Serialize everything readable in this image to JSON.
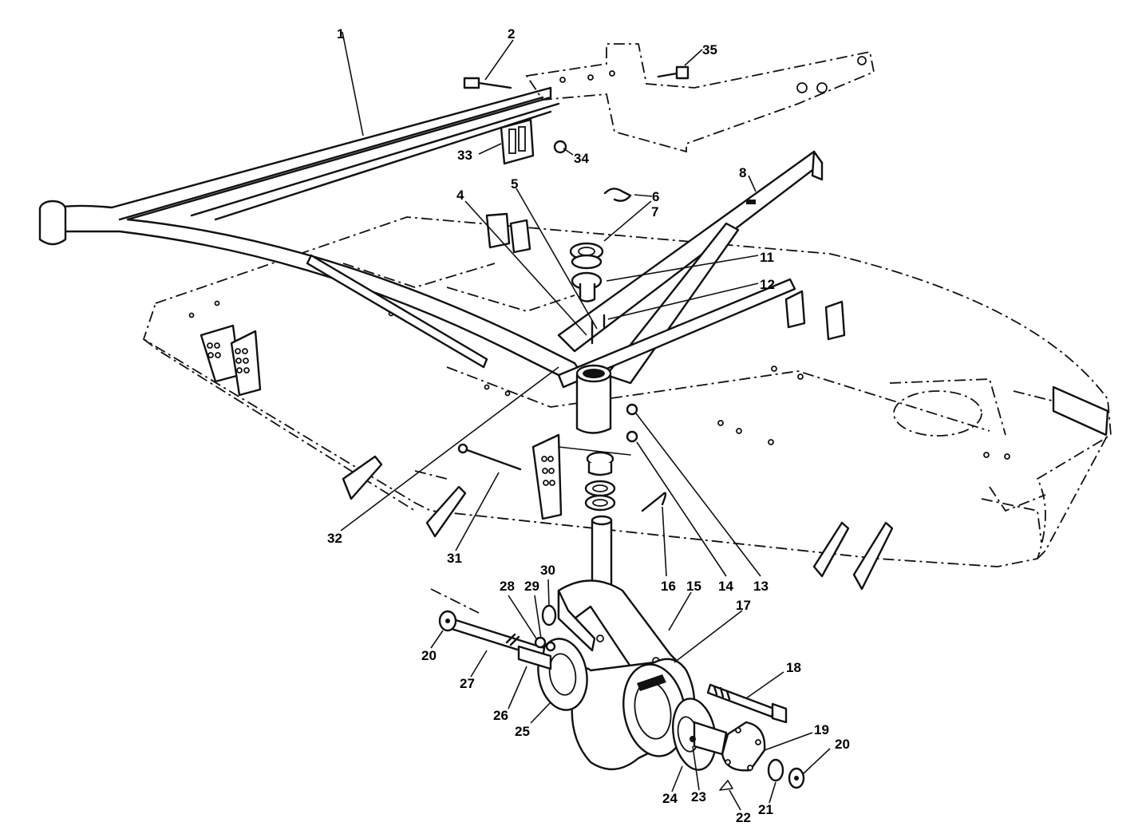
{
  "callouts": [
    {
      "label": "1"
    },
    {
      "label": "2"
    },
    {
      "label": "35"
    },
    {
      "label": "33"
    },
    {
      "label": "34"
    },
    {
      "label": "4"
    },
    {
      "label": "5"
    },
    {
      "label": "6"
    },
    {
      "label": "7"
    },
    {
      "label": "8"
    },
    {
      "label": "11"
    },
    {
      "label": "12"
    },
    {
      "label": "32"
    },
    {
      "label": "31"
    },
    {
      "label": "16"
    },
    {
      "label": "14"
    },
    {
      "label": "13"
    },
    {
      "label": "15"
    },
    {
      "label": "17"
    },
    {
      "label": "30"
    },
    {
      "label": "29"
    },
    {
      "label": "28"
    },
    {
      "label": "20"
    },
    {
      "label": "27"
    },
    {
      "label": "26"
    },
    {
      "label": "25"
    },
    {
      "label": "18"
    },
    {
      "label": "19"
    },
    {
      "label": "20"
    },
    {
      "label": "21"
    },
    {
      "label": "22"
    },
    {
      "label": "23"
    },
    {
      "label": "24"
    }
  ]
}
